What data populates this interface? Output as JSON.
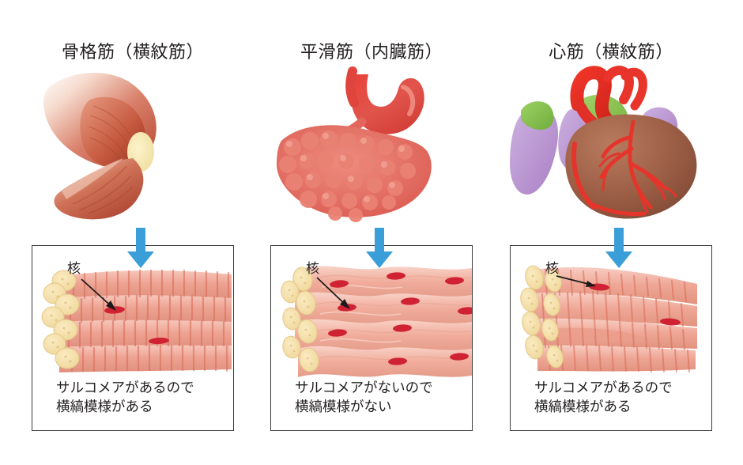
{
  "diagram": {
    "title_semantic": "three-types-of-muscle-tissue-comparison",
    "arrow_color": "#3a9fd8",
    "border_color": "#3b3b3b",
    "nucleus_color": "#cf2233"
  },
  "panels": [
    {
      "id": "skeletal",
      "title": "骨格筋（横紋筋）",
      "organ_icon": "flexed-arm-biceps-illustration",
      "nucleus_label": "核",
      "tissue_icon": "skeletal-muscle-fiber-bundle",
      "caption_line1": "サルコメアがあるので",
      "caption_line2": "横縞模様がある"
    },
    {
      "id": "smooth",
      "title": "平滑筋（内臓筋）",
      "organ_icon": "stomach-and-intestines-illustration",
      "nucleus_label": "核",
      "tissue_icon": "smooth-muscle-spindle-cells",
      "caption_line1": "サルコメアがないので",
      "caption_line2": "横縞模様がない"
    },
    {
      "id": "cardiac",
      "title": "心筋（横紋筋）",
      "organ_icon": "heart-illustration",
      "nucleus_label": "核",
      "tissue_icon": "cardiac-muscle-branching-fibers",
      "caption_line1": "サルコメアがあるので",
      "caption_line2": "横縞模様がある"
    }
  ]
}
